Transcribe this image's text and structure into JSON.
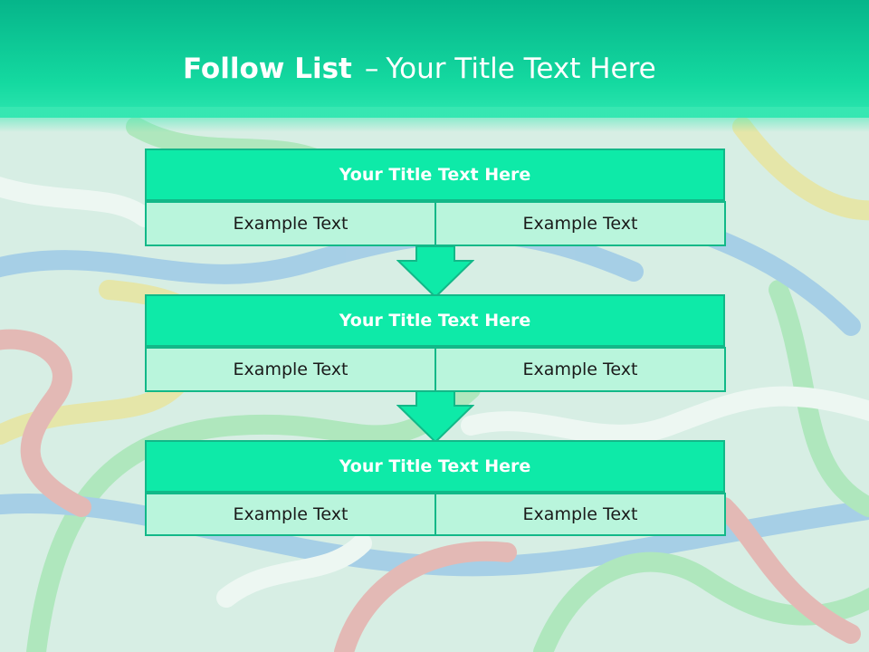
{
  "slide": {
    "title_bold": "Follow List",
    "title_separator": "–",
    "title_rest": "Your Title Text Here"
  },
  "steps": [
    {
      "title": "Your Title Text Here",
      "left": "Example Text",
      "right": "Example Text"
    },
    {
      "title": "Your Title Text Here",
      "left": "Example Text",
      "right": "Example Text"
    },
    {
      "title": "Your Title Text Here",
      "left": "Example Text",
      "right": "Example Text"
    }
  ],
  "colors": {
    "header": "#14d9a0",
    "block_title": "#0eeaa8",
    "block_cell": "#b9f5dc",
    "border": "#12b888",
    "arrow": "#0eeaa8"
  },
  "background": {
    "icon": "paperclips-photo"
  }
}
